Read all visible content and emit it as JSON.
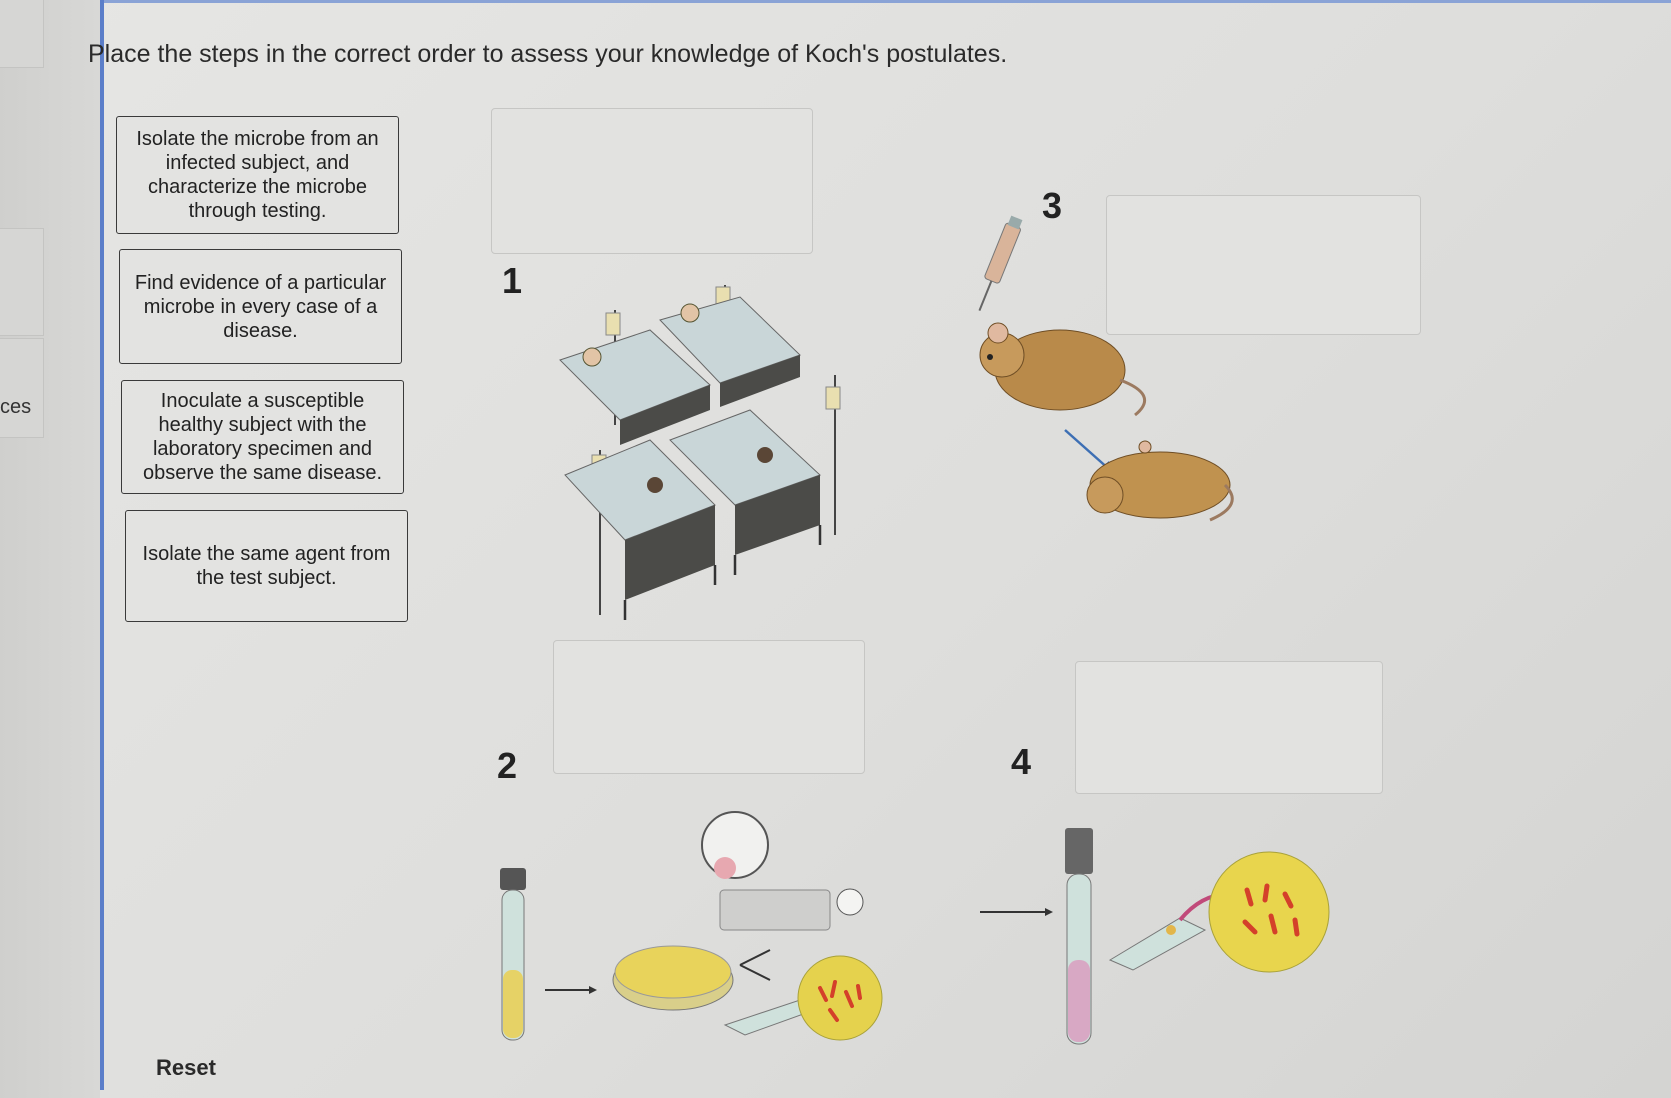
{
  "sidebar": {
    "partial_label": "ces"
  },
  "instruction": "Place the steps in the correct order to assess your knowledge of Koch's postulates.",
  "steps": [
    {
      "label": "Isolate the microbe from an infected subject, and characterize the microbe through testing."
    },
    {
      "label": "Find evidence of a particular microbe in every case of a disease."
    },
    {
      "label": "Inoculate a susceptible healthy subject with the laboratory specimen and observe the same disease."
    },
    {
      "label": "Isolate the same agent from the test subject."
    }
  ],
  "drop_targets": [
    {
      "number": "1",
      "illustration": "hospital-beds-icon"
    },
    {
      "number": "2",
      "illustration": "culture-tube-petri-dish-icon"
    },
    {
      "number": "3",
      "illustration": "inoculated-mouse-icon"
    },
    {
      "number": "4",
      "illustration": "reisolation-tube-slide-icon"
    }
  ],
  "reset_label": "Reset",
  "colors": {
    "accent_blue": "#5b7ec9",
    "card_border": "#3a3a3a",
    "background": "#e2e2e0"
  }
}
